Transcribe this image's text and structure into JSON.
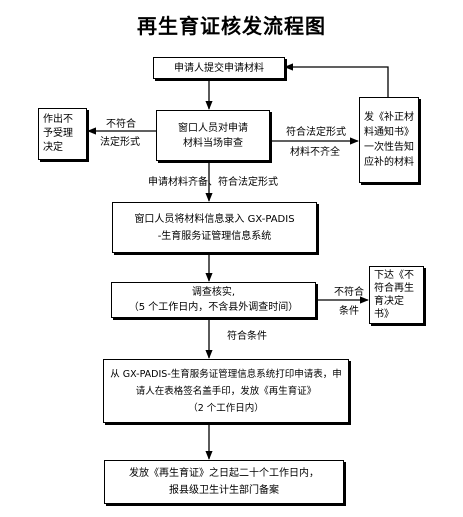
{
  "title": "再生育证核发流程图",
  "boxes": {
    "submit": "申请人提交申请材料",
    "review": [
      "窗口人员对申请",
      "材料当场审查"
    ],
    "reject": [
      "作出不",
      "予受理",
      "决定"
    ],
    "supplement": [
      "发《补正材",
      "料通知书》",
      "一次性告知",
      "应补的材料"
    ],
    "enter": [
      "窗口人员将材料信息录入 GX-PADIS",
      "-生育服务证管理信息系统"
    ],
    "investigate": [
      "调查核实,",
      "（5 个工作日内，不含县外调查时间）"
    ],
    "noncompliant": [
      "下达《不",
      "符合再生",
      "育决定",
      "书》"
    ],
    "print": [
      "从 GX-PADIS-生育服务证管理信息系统打印申请表，申",
      "请人在表格签名盖手印，发放《再生育证》",
      "（2 个工作日内）"
    ],
    "file": [
      "发放《再生育证》之日起二十个工作日内，",
      "报县级卫生计生部门备案"
    ]
  },
  "labels": {
    "not_meet": "不符合",
    "legal_form": "法定形式",
    "meets_legal_form": "符合法定形式",
    "incomplete": "材料不齐全",
    "complete_meets": "申请材料齐备、符合法定形式",
    "not_meet_cond": [
      "不符合",
      "条件"
    ],
    "meets_cond": "符合条件"
  }
}
